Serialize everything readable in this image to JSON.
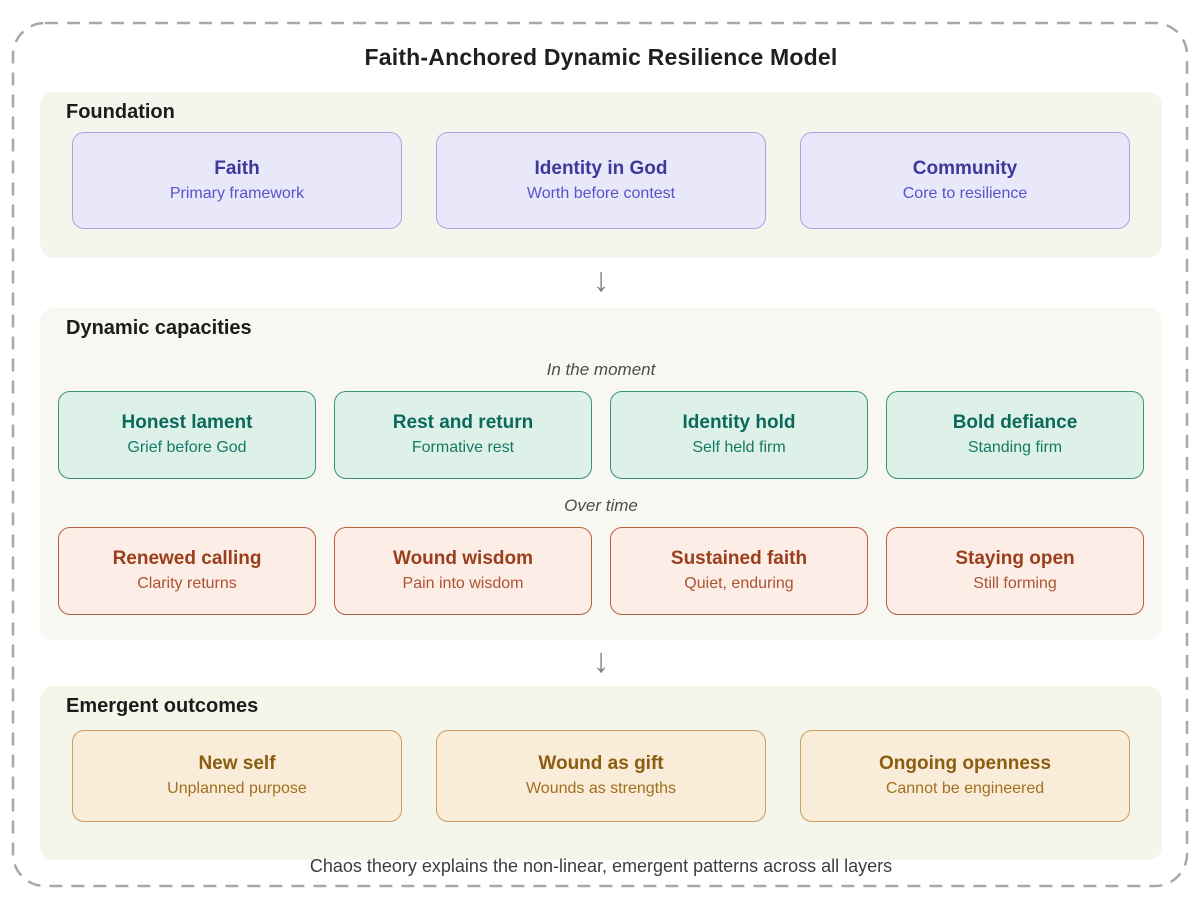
{
  "title": "Faith-Anchored Dynamic Resilience Model",
  "arrow_icon": "↓",
  "caption": "Chaos theory explains the non-linear, emergent patterns across all layers",
  "sections": {
    "foundation": {
      "label": "Foundation",
      "cards": [
        {
          "title": "Faith",
          "subtitle": "Primary framework"
        },
        {
          "title": "Identity in God",
          "subtitle": "Worth before contest"
        },
        {
          "title": "Community",
          "subtitle": "Core to resilience"
        }
      ]
    },
    "dynamic": {
      "label": "Dynamic capacities",
      "moment_label": "In the moment",
      "moment_cards": [
        {
          "title": "Honest lament",
          "subtitle": "Grief before God"
        },
        {
          "title": "Rest and return",
          "subtitle": "Formative rest"
        },
        {
          "title": "Identity hold",
          "subtitle": "Self held firm"
        },
        {
          "title": "Bold defiance",
          "subtitle": "Standing firm"
        }
      ],
      "time_label": "Over time",
      "time_cards": [
        {
          "title": "Renewed calling",
          "subtitle": "Clarity returns"
        },
        {
          "title": "Wound wisdom",
          "subtitle": "Pain into wisdom"
        },
        {
          "title": "Sustained faith",
          "subtitle": "Quiet, enduring"
        },
        {
          "title": "Staying open",
          "subtitle": "Still forming"
        }
      ]
    },
    "emergent": {
      "label": "Emergent outcomes",
      "cards": [
        {
          "title": "New self",
          "subtitle": "Unplanned purpose"
        },
        {
          "title": "Wound as gift",
          "subtitle": "Wounds as strengths"
        },
        {
          "title": "Ongoing openness",
          "subtitle": "Cannot be engineered"
        }
      ]
    }
  },
  "colors": {
    "page_background": "#ffffff",
    "dashed_border": "#a8a8a8",
    "foundation_panel": "#f4f5ec",
    "dynamic_panel": "#f8f7f2",
    "emergent_panel": "#f6f5ea",
    "purple_card_bg": "#e9e8fa",
    "purple_card_border": "#aba4e2",
    "purple_title": "#3d3999",
    "green_card_bg": "#def1e8",
    "green_card_border": "#39917e",
    "green_title": "#0b695c",
    "rust_card_bg": "#fcede7",
    "rust_card_border": "#b5613c",
    "rust_title": "#9a3e1c",
    "gold_card_bg": "#f9ecd9",
    "gold_card_border": "#c99d66",
    "gold_title": "#8c5d10",
    "arrow": "#85857d"
  }
}
